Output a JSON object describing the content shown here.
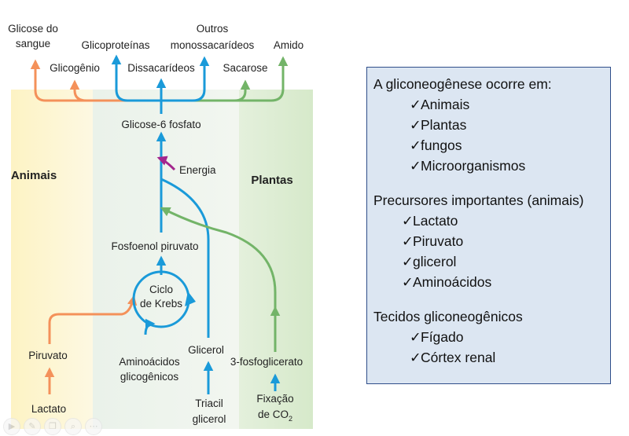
{
  "diagram": {
    "regions": {
      "animals": "Animais",
      "plants": "Plantas"
    },
    "products": {
      "blood_glucose_line1": "Glicose do",
      "blood_glucose_line2": "sangue",
      "glycogen": "Glicogênio",
      "glycoproteins": "Glicoproteínas",
      "disaccharides": "Dissacarídeos",
      "other_monosaccharides_line1": "Outros",
      "other_monosaccharides_line2": "monossacarídeos",
      "sucrose": "Sacarose",
      "starch": "Amido"
    },
    "glucose6p": "Glicose-6 fosfato",
    "energy": "Energia",
    "pep": "Fosfoenol piruvato",
    "krebs_line1": "Ciclo",
    "krebs_line2": "de Krebs",
    "pyruvate": "Piruvato",
    "lactate": "Lactato",
    "amino_line1": "Aminoácidos",
    "amino_line2": "glicogênicos",
    "glycerol": "Glicerol",
    "triacyl_line1": "Triacil",
    "triacyl_line2": "glicerol",
    "pga": "3-fosfoglicerato",
    "co2_line1": "Fixação",
    "co2_line2_prefix": "de CO",
    "co2_subscript": "2",
    "colors": {
      "orange": "#f4915a",
      "blue": "#1a9ad9",
      "green": "#73b468",
      "purple": "#a3268d",
      "animals_bg": "#fdf6d2",
      "plants_bg": "#e2efd9",
      "center_bg": "#edf3ec"
    }
  },
  "panel": {
    "section1": {
      "title": "A gliconeogênese ocorre em:",
      "items": [
        "Animais",
        "Plantas",
        "fungos",
        "Microorganismos"
      ]
    },
    "section2": {
      "title": "Precursores importantes (animais)",
      "items": [
        "Lactato",
        "Piruvato",
        "glicerol",
        "Aminoácidos"
      ]
    },
    "section3": {
      "title": "Tecidos gliconeogênicos",
      "items": [
        "Fígado",
        "Córtex renal"
      ]
    },
    "check_mark": "✓"
  },
  "toolbar": {
    "icons": [
      "play-icon",
      "pen-icon",
      "copy-icon",
      "zoom-icon",
      "more-icon"
    ]
  }
}
